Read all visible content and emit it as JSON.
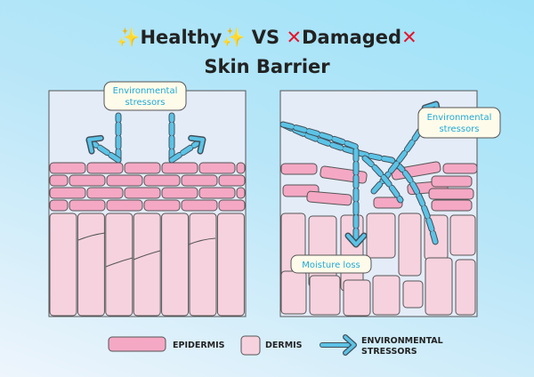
{
  "title": {
    "sparkle": "✨",
    "healthy": "Healthy",
    "vs": "VS",
    "cross": "✕",
    "damaged": "Damaged",
    "line2": "Skin Barrier"
  },
  "healthy_panel": {
    "label_line1": "Environmental",
    "label_line2": "stressors"
  },
  "damaged_panel": {
    "label_line1": "Environmental",
    "label_line2": "stressors",
    "moisture_label": "Moisture loss"
  },
  "legend": {
    "epidermis": "EPIDERMIS",
    "dermis": "DERMIS",
    "stressors_line1": "ENVIRONMENTAL",
    "stressors_line2": "STRESSORS"
  },
  "colors": {
    "epidermis": "#f4a8c4",
    "dermis": "#f6d2de",
    "arrow": "#5cc3e6",
    "panel": "#e4ecf8"
  }
}
